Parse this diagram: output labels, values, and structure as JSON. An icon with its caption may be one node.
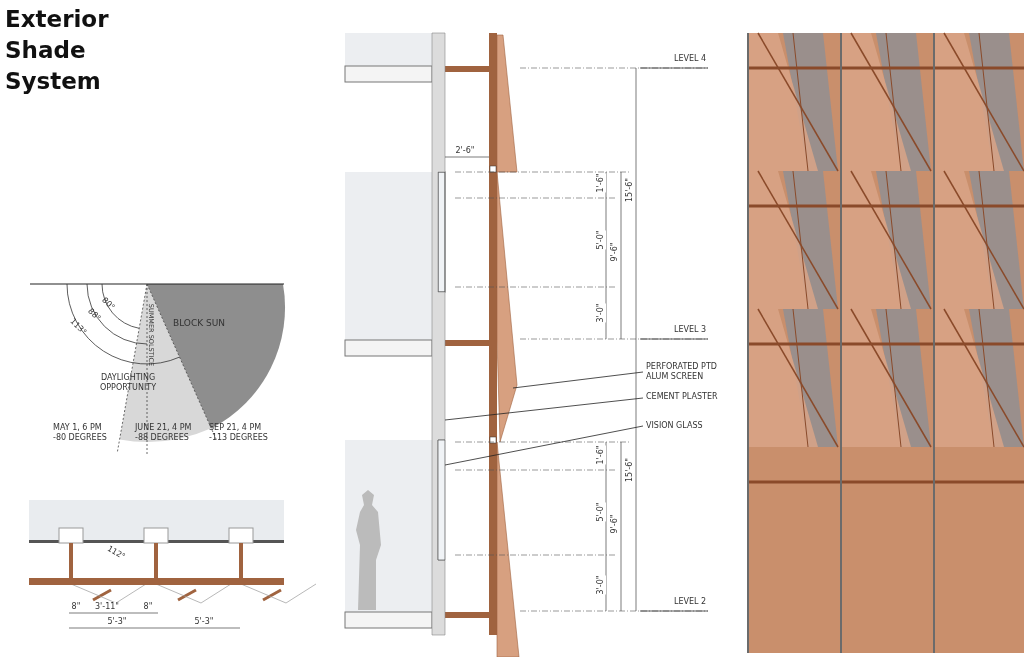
{
  "diagram": {
    "title": "Exterior Shade System",
    "nodes": [
      {
        "text": [
          "PERFORATED PTD ALUM SCREEN"
        ]
      },
      {
        "text": [
          "CEMENT PLASTER"
        ]
      },
      {
        "text": [
          "VISION GLASS"
        ]
      },
      {
        "text": [],
        "shape": "bar"
      },
      {
        "text": [],
        "shape": "bar"
      },
      {
        "text": [],
        "shape": "bar"
      }
    ],
    "edges": [
      {
        "from": 0,
        "to": 3,
        "arrow": "none"
      },
      {
        "from": 1,
        "to": 4,
        "arrow": "none"
      },
      {
        "from": 2,
        "to": 5,
        "arrow": "none"
      }
    ],
    "labels": [
      "80°",
      "88°",
      "113°",
      "SUMMER SOLSTICE",
      "BLOCK SUN",
      "DAYLIGHTING OPPORTUNITY",
      "MAY 1, 6 PM -80 DEGREES",
      "JUNE 21, 4 PM -88 DEGREES",
      "SEP 21, 4 PM -113 DEGREES",
      "112°",
      "8\"",
      "3'-11\"",
      "8\"",
      "5'-3\"",
      "5'-3\"",
      "LEVEL 4",
      "2'-6\"",
      "1'-6\"",
      "5'-0\"",
      "9'-6\"",
      "15'-6\"",
      "3'-0\"",
      "LEVEL 3",
      "1'-6\"",
      "5'-0\"",
      "9'-6\"",
      "15'-6\"",
      "3'-0\"",
      "LEVEL 2"
    ]
  }
}
